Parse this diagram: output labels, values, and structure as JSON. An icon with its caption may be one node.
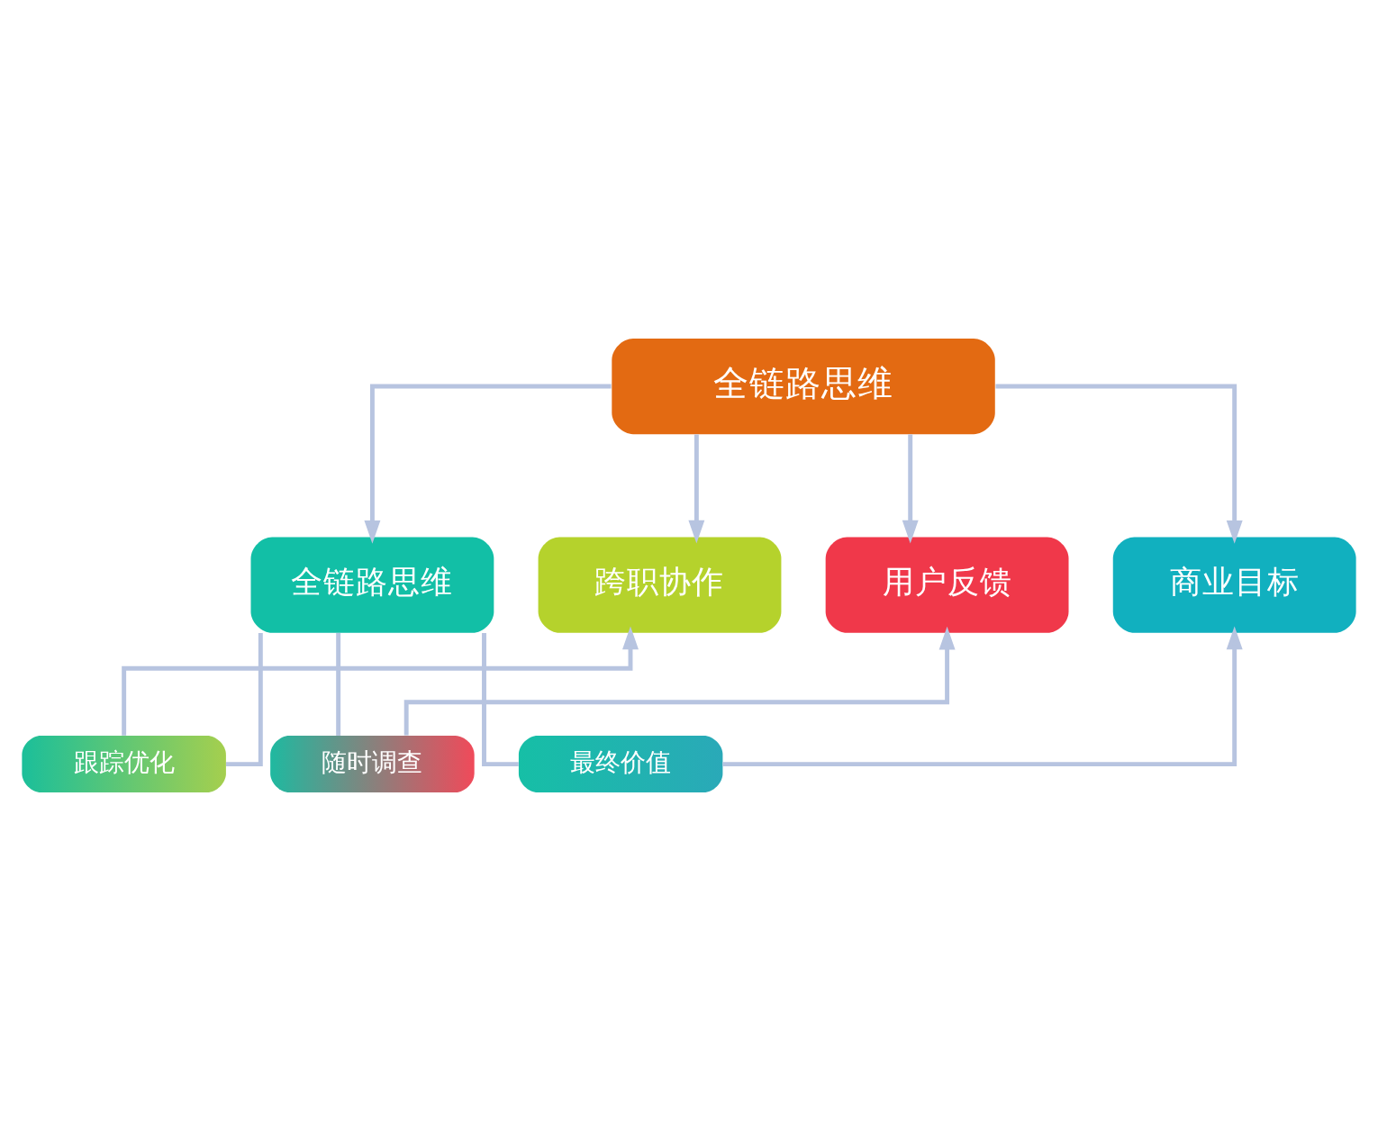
{
  "diagram": {
    "nodes": [
      {
        "text": [
          "全链路思维"
        ]
      },
      {
        "text": [
          "全链路思维"
        ]
      },
      {
        "text": [
          "跨职协作"
        ]
      },
      {
        "text": [
          "用户反馈"
        ]
      },
      {
        "text": [
          "商业目标"
        ]
      },
      {
        "text": [
          "跟踪优化"
        ]
      },
      {
        "text": [
          "随时调查"
        ]
      },
      {
        "text": [
          "最终价值"
        ]
      }
    ],
    "edges": [
      {
        "from": 0,
        "to": 1,
        "arrow": "to"
      },
      {
        "from": 0,
        "to": 2,
        "arrow": "to"
      },
      {
        "from": 0,
        "to": 3,
        "arrow": "to"
      },
      {
        "from": 0,
        "to": 4,
        "arrow": "to"
      },
      {
        "from": 1,
        "to": 5,
        "arrow": "none"
      },
      {
        "from": 5,
        "to": 2,
        "arrow": "to"
      },
      {
        "from": 1,
        "to": 6,
        "arrow": "none"
      },
      {
        "from": 6,
        "to": 3,
        "arrow": "to"
      },
      {
        "from": 1,
        "to": 7,
        "arrow": "none"
      },
      {
        "from": 7,
        "to": 4,
        "arrow": "to"
      }
    ]
  }
}
